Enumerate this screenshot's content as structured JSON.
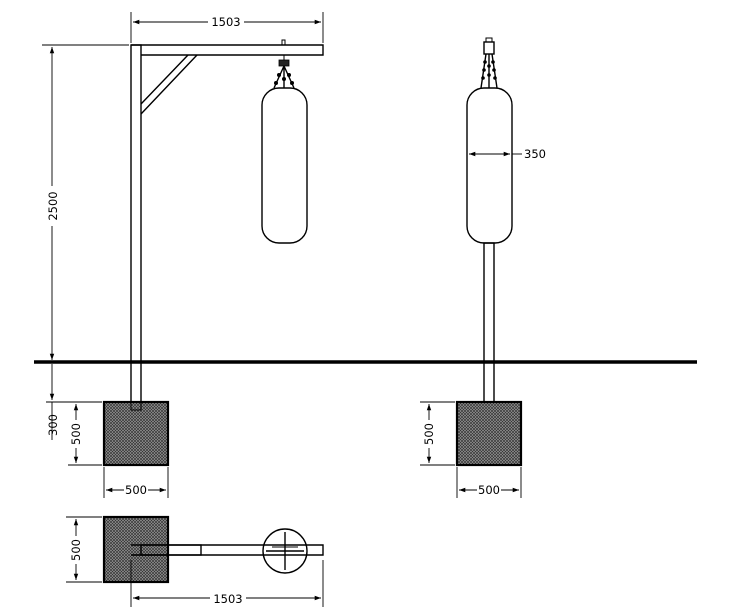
{
  "dimensions": {
    "top_width": "1503",
    "height": "2500",
    "bag_width": "350",
    "embed_depth": "300",
    "base_height_left": "500",
    "base_height_right": "500",
    "base_width_left": "500",
    "base_width_right": "500",
    "plan_base_height": "500",
    "plan_width": "1503"
  }
}
